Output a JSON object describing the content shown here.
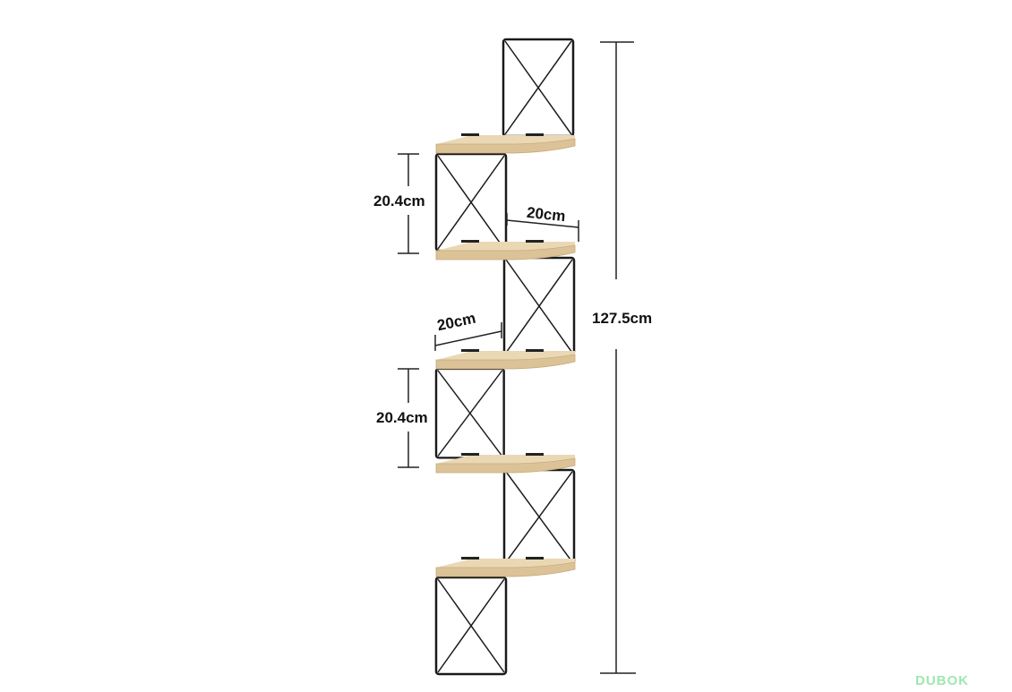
{
  "product": {
    "shelf_count": 5,
    "dimensions": {
      "total_height": "127.5cm",
      "shelf_spacing_upper": "20.4cm",
      "shelf_spacing_lower": "20.4cm",
      "shelf_depth_right": "20cm",
      "shelf_depth_left": "20cm"
    }
  },
  "watermark": "DUBOK",
  "colors": {
    "wood": "#e6d2ae",
    "wood_edge": "#d9bf91",
    "metal": "#1a1a1a",
    "watermark": "#9ee8b0"
  }
}
